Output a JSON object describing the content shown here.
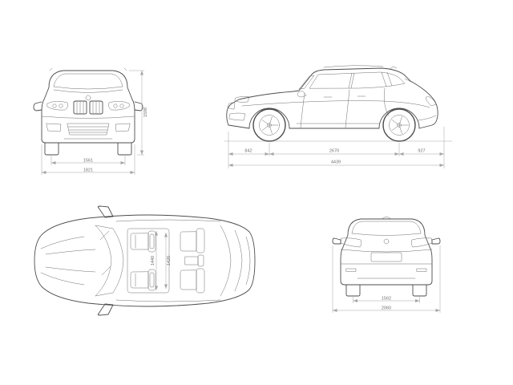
{
  "colors": {
    "background": "#ffffff",
    "car_line": "#4d4d4d",
    "detail_line": "#6e6e6e",
    "dimension_line": "#a5a5a5",
    "dimension_text": "#707070"
  },
  "views": {
    "front": {
      "height_mm": "1598",
      "track_front_mm": "1561",
      "overall_width_mm": "1821"
    },
    "side": {
      "front_overhang_mm": "842",
      "wheelbase_mm": "2670",
      "rear_overhang_mm": "927",
      "overall_length_mm": "4439"
    },
    "top": {
      "shoulder_width_front_mm": "1440",
      "shoulder_width_rear_mm": "1420"
    },
    "rear": {
      "track_rear_mm": "1562",
      "width_incl_mirrors_mm": "2060"
    }
  }
}
